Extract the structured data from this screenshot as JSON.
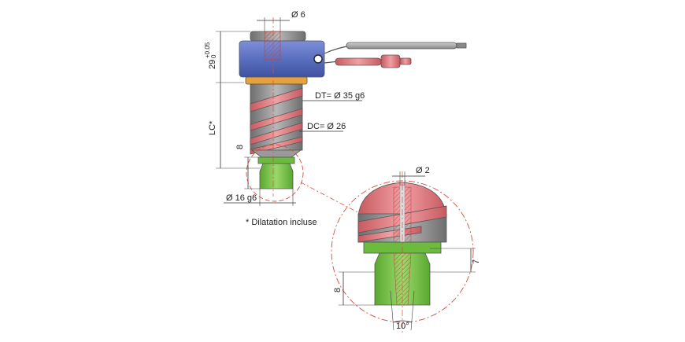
{
  "labels": {
    "hole_diameter": "Ø 6",
    "height": "29",
    "tol_upper": "+0.05",
    "tol_lower": "0",
    "dt": "DT= Ø 35 g6",
    "dc": "DC= Ø 26",
    "lc": "LC*",
    "eight_main": "8",
    "nozzle_diameter": "Ø 16 g6",
    "note": "* Dilatation incluse",
    "detail_diameter": "Ø 2",
    "detail_seven": "7",
    "detail_eight": "8",
    "detail_angle": "10°"
  },
  "colors": {
    "body_blue": "#5a6fc0",
    "ring_orange": "#e8a23c",
    "coil_red": "#e07a80",
    "core_grey": "#8a8a8a",
    "tip_green": "#7cc448",
    "leader_red": "#d0503c",
    "cable_grey": "#a8a8a8"
  }
}
